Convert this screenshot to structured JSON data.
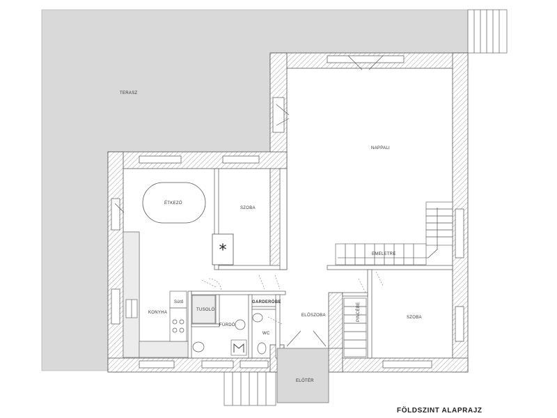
{
  "plan": {
    "title": "FÖLDSZINT ALAPRAJZ",
    "rooms": {
      "terasz": "TERASZ",
      "nappali": "NAPPALI",
      "etkezo": "ÉTKEZŐ",
      "szoba_left": "SZOBA",
      "szoba_right": "SZOBA",
      "konyha": "KONYHA",
      "tusolo": "TUSOLÓ",
      "furdo": "FÜRDŐ",
      "garderobe": "GARDERÓBE",
      "wc": "WC",
      "eloszoba": "ELŐSZOBA",
      "eloter": "ELŐTÉR",
      "pincebe": "PINCÉBE",
      "emeletre": "EMELETRE",
      "sutö": "Sütő"
    },
    "colors": {
      "terrace": "#d9d9d9",
      "wall_stroke": "#555555",
      "paper": "#ffffff"
    },
    "icons": {
      "chimney": "asterisk-icon"
    }
  }
}
